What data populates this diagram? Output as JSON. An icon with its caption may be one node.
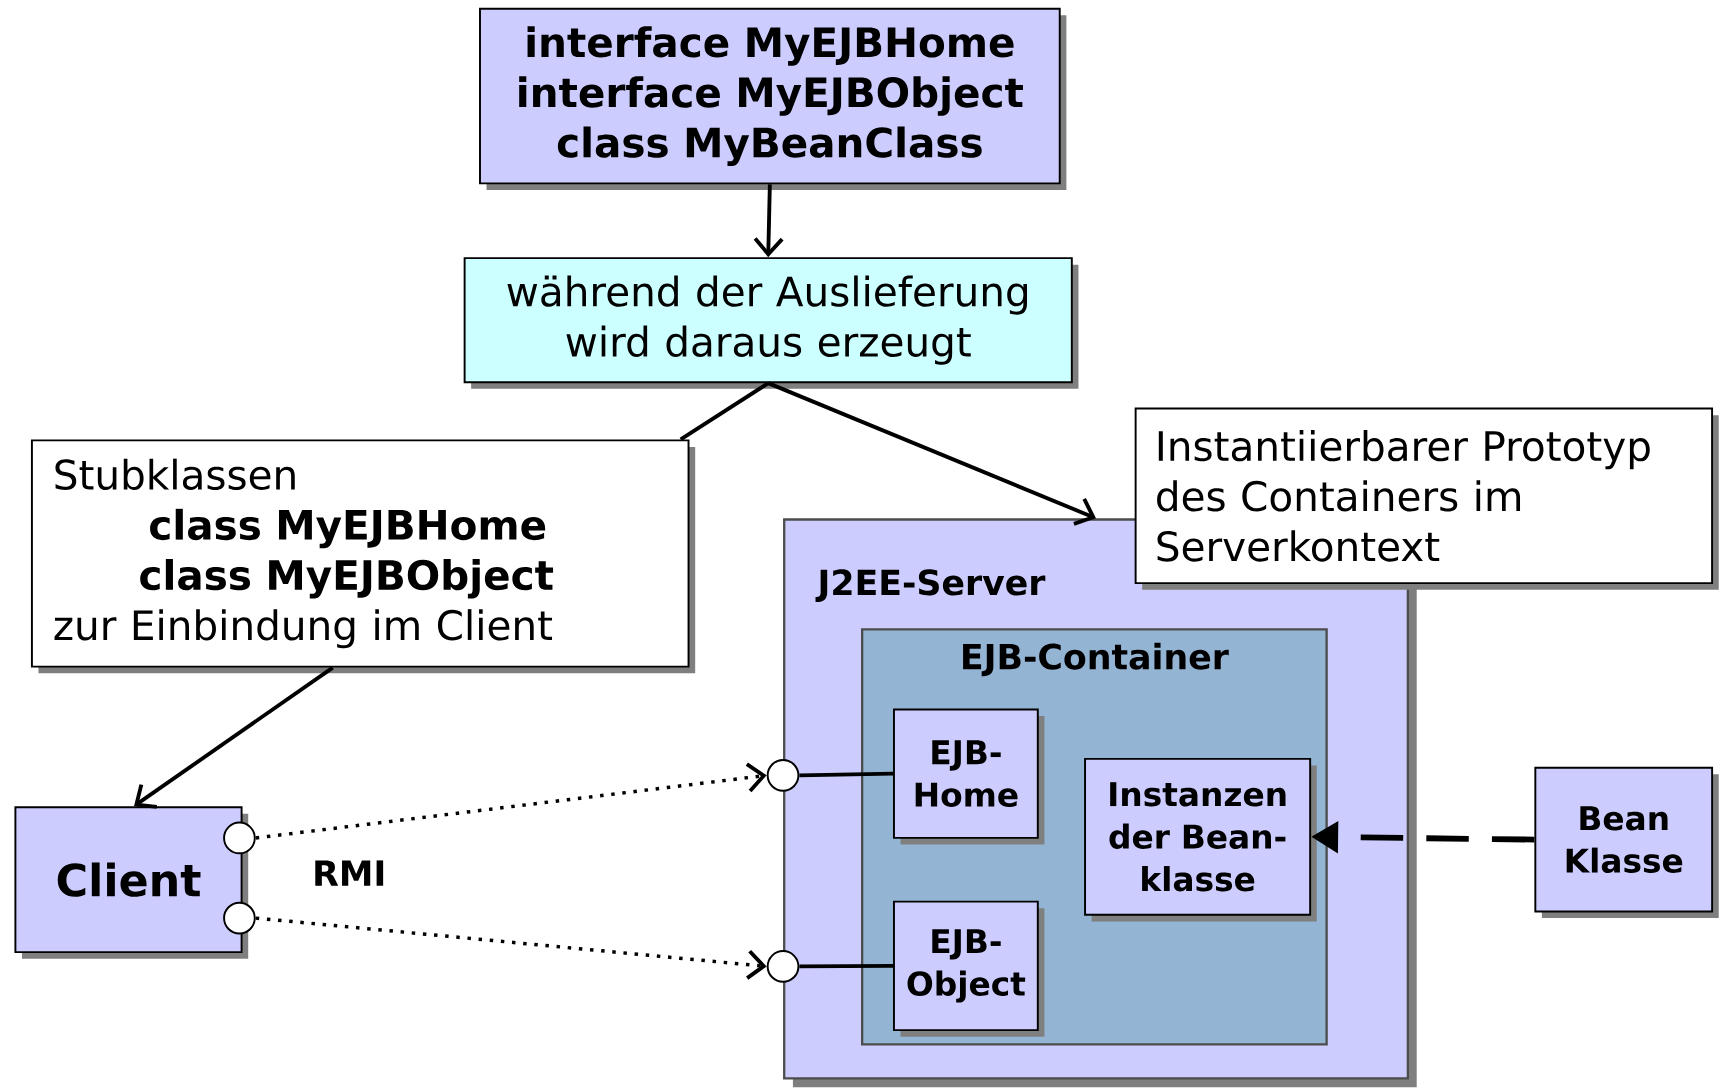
{
  "diagram": {
    "nodes": [
      {
        "text": [
          "interface MyEJBHome",
          "interface MyEJBObject",
          "class MyBeanClass"
        ]
      },
      {
        "text": [
          "während der Auslieferung wird daraus erzeugt"
        ]
      },
      {
        "text": [
          "Stubklassen",
          "class MyEJBHome",
          "class MyEJBObject",
          "zur Einbindung im Client"
        ]
      },
      {
        "text": [
          "J2EE-Server"
        ]
      },
      {
        "text": [
          "EJB-Container"
        ],
        "in": 3
      },
      {
        "text": [
          "EJB-Home"
        ],
        "in": 4
      },
      {
        "text": [
          "EJB-Object"
        ],
        "in": 4
      },
      {
        "text": [
          "Instanzen der Bean-klasse"
        ],
        "in": 4
      },
      {
        "text": [
          "Instantiierbarer Prototyp des Containers im Serverkontext"
        ]
      },
      {
        "text": [
          "Bean Klasse"
        ]
      },
      {
        "text": [
          "Client"
        ]
      },
      {
        "text": [],
        "shape": "circle"
      },
      {
        "text": [],
        "shape": "circle"
      },
      {
        "text": [],
        "shape": "circle"
      },
      {
        "text": [],
        "shape": "circle"
      }
    ],
    "edges": [
      {
        "from": 0,
        "to": 1,
        "arrow": "to"
      },
      {
        "from": 1,
        "to": 2,
        "arrow": "none"
      },
      {
        "from": 2,
        "to": 10,
        "arrow": "to"
      },
      {
        "from": 1,
        "to": 3,
        "arrow": "to"
      },
      {
        "from": 11,
        "to": 13,
        "arrow": "to",
        "style": "dashed"
      },
      {
        "from": 12,
        "to": 14,
        "arrow": "to",
        "style": "dashed"
      },
      {
        "from": 13,
        "to": 5,
        "arrow": "none"
      },
      {
        "from": 14,
        "to": 6,
        "arrow": "none"
      },
      {
        "from": 9,
        "to": 7,
        "arrow": "to",
        "style": "dashed"
      }
    ],
    "labels": [
      "RMI"
    ]
  }
}
